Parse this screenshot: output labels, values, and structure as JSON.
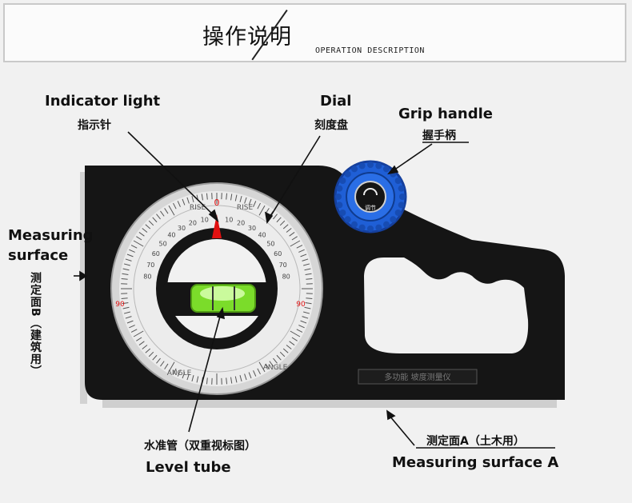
{
  "banner": {
    "title_cn": "操作说明",
    "title_en": "OPERATION DESCRIPTION"
  },
  "labels": {
    "indicator_light_en": "Indicator light",
    "indicator_light_cn": "指示针",
    "dial_en": "Dial",
    "dial_cn": "刻度盘",
    "grip_handle_en": "Grip handle",
    "grip_handle_cn": "握手柄",
    "measuring_surface_en_1": "Measuring",
    "measuring_surface_en_2": "surface",
    "surface_b_cn": "测定面B（建筑用）",
    "level_tube_cn": "水准管（双重视标图）",
    "level_tube_en": "Level tube",
    "surface_a_cn": "测定面A（土木用）",
    "surface_a_en": "Measuring surface A"
  },
  "device": {
    "dial_rise_left": "RISE",
    "dial_rise_right": "RISE",
    "dial_angle_left": "ANGLE",
    "dial_angle_right": "ANGLE",
    "dial_zero": "0",
    "dial_ninety": "90",
    "knob_label": "调节",
    "plate_text": "多功能 坡度测量仪",
    "scale_numbers": [
      "10",
      "20",
      "30",
      "40",
      "50",
      "60",
      "70",
      "80"
    ]
  },
  "colors": {
    "body": "#151515",
    "knob_blue": "#1f5fd6",
    "level_green": "#7bdc2a",
    "indicator_red": "#e01010",
    "dial_face": "#e9e9e9"
  }
}
